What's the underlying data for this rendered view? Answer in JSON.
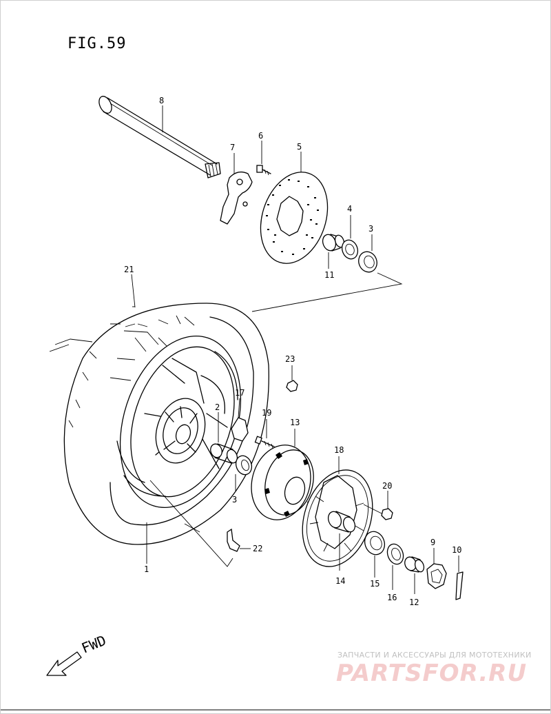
{
  "figure": {
    "title": "FIG.59"
  },
  "direction": {
    "label": "FWD"
  },
  "watermark": {
    "tagline": "ЗАПЧАСТИ И АКСЕССУАРЫ ДЛЯ МОТОТЕХНИКИ",
    "brand": "PARTSFOR.RU"
  },
  "callouts": {
    "c1": "1",
    "c2": "2",
    "c3a": "3",
    "c3b": "3",
    "c4": "4",
    "c5": "5",
    "c6": "6",
    "c7": "7",
    "c8": "8",
    "c9": "9",
    "c10": "10",
    "c11": "11",
    "c12": "12",
    "c13": "13",
    "c14": "14",
    "c15": "15",
    "c16": "16",
    "c17": "17",
    "c18": "18",
    "c19": "19",
    "c20": "20",
    "c21": "21",
    "c22": "22",
    "c23": "23"
  },
  "colors": {
    "line": "#000000",
    "watermark_brand": "#f4cccc",
    "watermark_tagline": "#c0c0c0"
  }
}
